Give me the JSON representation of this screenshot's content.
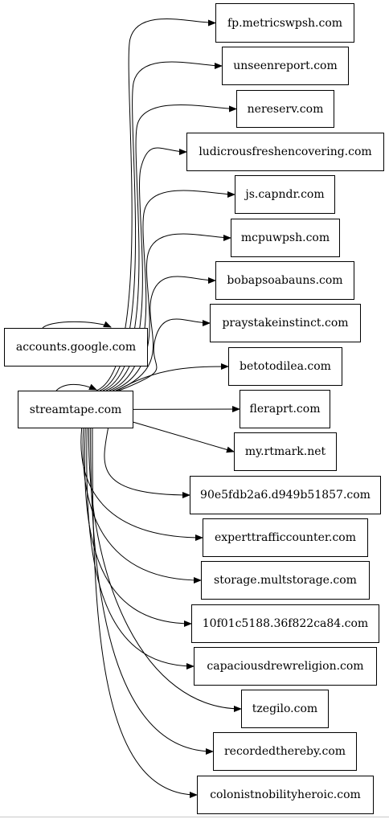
{
  "sources": [
    {
      "id": "accounts",
      "label": "accounts.google.com"
    },
    {
      "id": "streamtape",
      "label": "streamtape.com"
    }
  ],
  "targets": [
    {
      "id": "t0",
      "label": "fp.metricswpsh.com"
    },
    {
      "id": "t1",
      "label": "unseenreport.com"
    },
    {
      "id": "t2",
      "label": "nereserv.com"
    },
    {
      "id": "t3",
      "label": "ludicrousfreshencovering.com"
    },
    {
      "id": "t4",
      "label": "js.capndr.com"
    },
    {
      "id": "t5",
      "label": "mcpuwpsh.com"
    },
    {
      "id": "t6",
      "label": "bobapsoabauns.com"
    },
    {
      "id": "t7",
      "label": "praystakeinstinct.com"
    },
    {
      "id": "t8",
      "label": "betotodilea.com"
    },
    {
      "id": "t9",
      "label": "fleraprt.com"
    },
    {
      "id": "t10",
      "label": "my.rtmark.net"
    },
    {
      "id": "t11",
      "label": "90e5fdb2a6.d949b51857.com"
    },
    {
      "id": "t12",
      "label": "experttrafficcounter.com"
    },
    {
      "id": "t13",
      "label": "storage.multstorage.com"
    },
    {
      "id": "t14",
      "label": "10f01c5188.36f822ca84.com"
    },
    {
      "id": "t15",
      "label": "capaciousdrewreligion.com"
    },
    {
      "id": "t16",
      "label": "tzegilo.com"
    },
    {
      "id": "t17",
      "label": "recordedthereby.com"
    },
    {
      "id": "t18",
      "label": "colonistnobilityheroic.com"
    }
  ],
  "edges": [
    {
      "from": "accounts",
      "to": "accounts"
    },
    {
      "from": "streamtape",
      "to": "streamtape"
    },
    {
      "from": "streamtape",
      "to": "t0"
    },
    {
      "from": "streamtape",
      "to": "t1"
    },
    {
      "from": "streamtape",
      "to": "t2"
    },
    {
      "from": "streamtape",
      "to": "t3"
    },
    {
      "from": "streamtape",
      "to": "t4"
    },
    {
      "from": "streamtape",
      "to": "t5"
    },
    {
      "from": "streamtape",
      "to": "t6"
    },
    {
      "from": "streamtape",
      "to": "t7"
    },
    {
      "from": "streamtape",
      "to": "t8"
    },
    {
      "from": "streamtape",
      "to": "t9"
    },
    {
      "from": "streamtape",
      "to": "t10"
    },
    {
      "from": "streamtape",
      "to": "t11"
    },
    {
      "from": "streamtape",
      "to": "t12"
    },
    {
      "from": "streamtape",
      "to": "t13"
    },
    {
      "from": "streamtape",
      "to": "t14"
    },
    {
      "from": "streamtape",
      "to": "t15"
    },
    {
      "from": "streamtape",
      "to": "t16"
    },
    {
      "from": "streamtape",
      "to": "t17"
    },
    {
      "from": "streamtape",
      "to": "t18"
    }
  ]
}
